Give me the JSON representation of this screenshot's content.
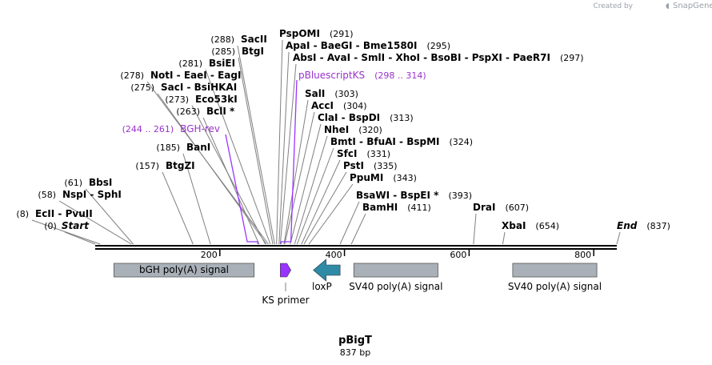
{
  "header": {
    "credit": "Created by",
    "brand": "SnapGene"
  },
  "map": {
    "name": "pBigT",
    "length_label": "837 bp",
    "length_bp": 837,
    "colors": {
      "backbone": "#000000",
      "feature_box": "#a9b0b8",
      "primer": "#9933ff",
      "loxp": "#2f8aa6",
      "site_line": "#808080",
      "purple_text": "#9933cc"
    },
    "ruler": [
      {
        "label": "200",
        "bp": 200
      },
      {
        "label": "400",
        "bp": 400
      },
      {
        "label": "600",
        "bp": 600
      },
      {
        "label": "800",
        "bp": 800
      }
    ],
    "sites": [
      {
        "pos": "(0)",
        "bp": 0,
        "names": [
          {
            "t": "Start",
            "style": "italic"
          }
        ]
      },
      {
        "pos": "(8)",
        "bp": 8,
        "names": [
          {
            "t": "EcII"
          },
          {
            "t": "PvuII"
          }
        ]
      },
      {
        "pos": "(58)",
        "bp": 58,
        "names": [
          {
            "t": "NspI"
          },
          {
            "t": "SphI"
          }
        ]
      },
      {
        "pos": "(61)",
        "bp": 61,
        "names": [
          {
            "t": "BbsI"
          }
        ]
      },
      {
        "pos": "(157)",
        "bp": 157,
        "names": [
          {
            "t": "BtgZI"
          }
        ]
      },
      {
        "pos": "(185)",
        "bp": 185,
        "names": [
          {
            "t": "BanI"
          }
        ]
      },
      {
        "pos": "(263)",
        "bp": 263,
        "names": [
          {
            "t": "BclI *"
          }
        ]
      },
      {
        "pos": "(273)",
        "bp": 273,
        "names": [
          {
            "t": "Eco53kI"
          }
        ]
      },
      {
        "pos": "(275)",
        "bp": 275,
        "names": [
          {
            "t": "SacI"
          },
          {
            "t": "BsiHKAI"
          }
        ]
      },
      {
        "pos": "(278)",
        "bp": 278,
        "names": [
          {
            "t": "NotI"
          },
          {
            "t": "EaeI"
          },
          {
            "t": "EagI"
          }
        ]
      },
      {
        "pos": "(281)",
        "bp": 281,
        "names": [
          {
            "t": "BsiEI"
          }
        ]
      },
      {
        "pos": "(285)",
        "bp": 285,
        "names": [
          {
            "t": "BtgI"
          }
        ]
      },
      {
        "pos": "(288)",
        "bp": 288,
        "names": [
          {
            "t": "SacII"
          }
        ]
      },
      {
        "pos": "(291)",
        "bp": 291,
        "names": [
          {
            "t": "PspOMI"
          }
        ]
      },
      {
        "pos": "(295)",
        "bp": 295,
        "names": [
          {
            "t": "ApaI"
          },
          {
            "t": "BaeGI"
          },
          {
            "t": "Bme1580I"
          }
        ]
      },
      {
        "pos": "(297)",
        "bp": 297,
        "names": [
          {
            "t": "AbsI"
          },
          {
            "t": "AvaI"
          },
          {
            "t": "SmlI"
          },
          {
            "t": "XhoI"
          },
          {
            "t": "BsoBI"
          },
          {
            "t": "PspXI"
          },
          {
            "t": "PaeR7I"
          }
        ]
      },
      {
        "pos": "(303)",
        "bp": 303,
        "names": [
          {
            "t": "SalI"
          }
        ]
      },
      {
        "pos": "(304)",
        "bp": 304,
        "names": [
          {
            "t": "AccI"
          }
        ]
      },
      {
        "pos": "(313)",
        "bp": 313,
        "names": [
          {
            "t": "ClaI"
          },
          {
            "t": "BspDI"
          }
        ]
      },
      {
        "pos": "(320)",
        "bp": 320,
        "names": [
          {
            "t": "NheI"
          }
        ]
      },
      {
        "pos": "(324)",
        "bp": 324,
        "names": [
          {
            "t": "BmtI"
          },
          {
            "t": "BfuAI"
          },
          {
            "t": "BspMI"
          }
        ]
      },
      {
        "pos": "(331)",
        "bp": 331,
        "names": [
          {
            "t": "SfcI"
          }
        ]
      },
      {
        "pos": "(335)",
        "bp": 335,
        "names": [
          {
            "t": "PstI"
          }
        ]
      },
      {
        "pos": "(343)",
        "bp": 343,
        "names": [
          {
            "t": "PpuMI"
          }
        ]
      },
      {
        "pos": "(393)",
        "bp": 393,
        "names": [
          {
            "t": "BsaWI"
          },
          {
            "t": "BspEI *"
          }
        ]
      },
      {
        "pos": "(411)",
        "bp": 411,
        "names": [
          {
            "t": "BamHI"
          }
        ]
      },
      {
        "pos": "(607)",
        "bp": 607,
        "names": [
          {
            "t": "DraI"
          }
        ]
      },
      {
        "pos": "(654)",
        "bp": 654,
        "names": [
          {
            "t": "XbaI"
          }
        ]
      },
      {
        "pos": "(837)",
        "bp": 837,
        "names": [
          {
            "t": "End",
            "style": "italic"
          }
        ]
      }
    ],
    "primer_sites": [
      {
        "name": "BGH-rev",
        "range": "(244 .. 261)",
        "start": 244,
        "end": 261
      },
      {
        "name": "pBluescriptKS",
        "range": "(298 .. 314)",
        "start": 298,
        "end": 314
      }
    ],
    "features": [
      {
        "name": "bGH poly(A) signal",
        "start": 30,
        "end": 255,
        "kind": "box"
      },
      {
        "name": "KS primer",
        "start": 297,
        "end": 314,
        "kind": "primer"
      },
      {
        "name": "loxP",
        "start": 350,
        "end": 393,
        "kind": "loxp"
      },
      {
        "name": "SV40 poly(A) signal",
        "start": 415,
        "end": 550,
        "kind": "box"
      },
      {
        "name": "SV40 poly(A) signal",
        "start": 670,
        "end": 805,
        "kind": "box"
      }
    ]
  }
}
